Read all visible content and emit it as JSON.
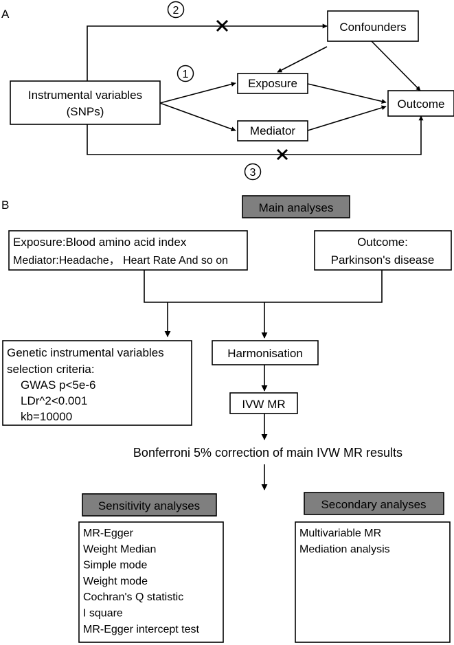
{
  "panel_a": {
    "label": "A",
    "nodes": {
      "confounders": "Confounders",
      "exposure": "Exposure",
      "mediator": "Mediator",
      "outcome": "Outcome",
      "iv_line1": "Instrumental variables",
      "iv_line2": "(SNPs)"
    },
    "path_markers": [
      "2",
      "1",
      "3"
    ]
  },
  "panel_b": {
    "label": "B",
    "main_analyses": "Main analyses",
    "exposure_box": {
      "line1": "Exposure:Blood amino acid index",
      "line2": "Mediator:Headache， Heart Rate And so on"
    },
    "outcome_box": {
      "line1": "Outcome:",
      "line2": "Parkinson's disease"
    },
    "criteria_box": {
      "lines": [
        "Genetic instrumental variables",
        "selection criteria:",
        "GWAS p<5e-6",
        "LDr^2<0.001",
        "kb=10000"
      ]
    },
    "harmonisation": "Harmonisation",
    "ivw_mr": "IVW MR",
    "bonferroni": "Bonferroni 5% correction of main IVW MR results",
    "sensitivity_header": "Sensitivity analyses",
    "sensitivity_items": [
      "MR-Egger",
      "Weight Median",
      "Simple mode",
      "Weight mode",
      "Cochran's Q statistic",
      "I square",
      "MR-Egger intercept test"
    ],
    "secondary_header": "Secondary analyses",
    "secondary_items": [
      "Multivariable MR",
      "Mediation analysis"
    ]
  },
  "colors": {
    "header_fill": "#7f7f7f",
    "line": "#000000",
    "box_fill": "#ffffff"
  }
}
